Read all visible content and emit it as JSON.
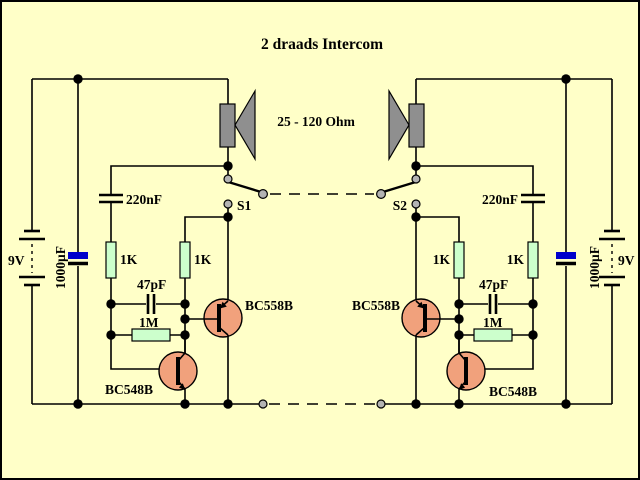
{
  "title": "2 draads Intercom",
  "colors": {
    "bg": "#FFFFC8",
    "resistor": "#CCFFCC",
    "transistor": "#F1A17C",
    "speaker": "#8F8F8F",
    "cap-blue": "#0000CC",
    "contact": "#B3B3B3"
  },
  "labels": {
    "speaker_impedance": "25 - 120 Ohm",
    "switch_left": "S1",
    "switch_right": "S2",
    "battery_left": "9V",
    "battery_right": "9V",
    "elco_left": "1000µF",
    "elco_right": "1000µF",
    "coupling_cap_left": "220nF",
    "coupling_cap_right": "220nF",
    "feedback_cap_left": "47pF",
    "feedback_cap_right": "47pF",
    "feedback_res_left": "1M",
    "feedback_res_right": "1M",
    "res_left_outer": "1K",
    "res_left_inner": "1K",
    "res_right_inner": "1K",
    "res_right_outer": "1K",
    "pnp_left": "BC558B",
    "pnp_right": "BC558B",
    "npn_left": "BC548B",
    "npn_right": "BC548B"
  }
}
